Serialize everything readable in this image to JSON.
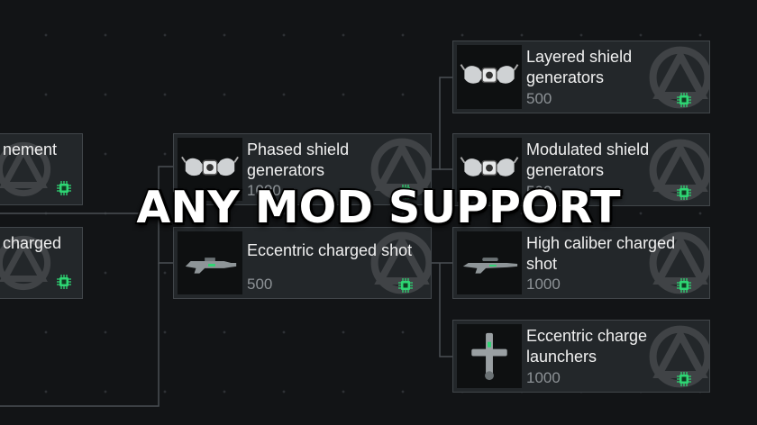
{
  "banner": {
    "title": "ANY MOD SUPPORT"
  },
  "colors": {
    "accent": "#2ed573",
    "background": "#121416",
    "card": "#23272a"
  },
  "tree": {
    "left_nodes": [
      {
        "name": "nement"
      },
      {
        "name": "charged"
      }
    ],
    "middle_nodes": [
      {
        "name": "Phased shield generators",
        "cost": "1000",
        "icon": "shield-generator-icon"
      },
      {
        "name": "Eccentric charged shot",
        "cost": "500",
        "icon": "charged-rifle-icon"
      }
    ],
    "right_nodes": [
      {
        "name": "Layered shield generators",
        "cost": "500",
        "icon": "shield-generator-icon"
      },
      {
        "name": "Modulated shield generators",
        "cost": "500",
        "icon": "shield-generator-icon"
      },
      {
        "name": "High caliber charged shot",
        "cost": "1000",
        "icon": "sniper-rifle-icon"
      },
      {
        "name": "Eccentric charge launchers",
        "cost": "1000",
        "icon": "charge-launcher-icon"
      }
    ]
  }
}
